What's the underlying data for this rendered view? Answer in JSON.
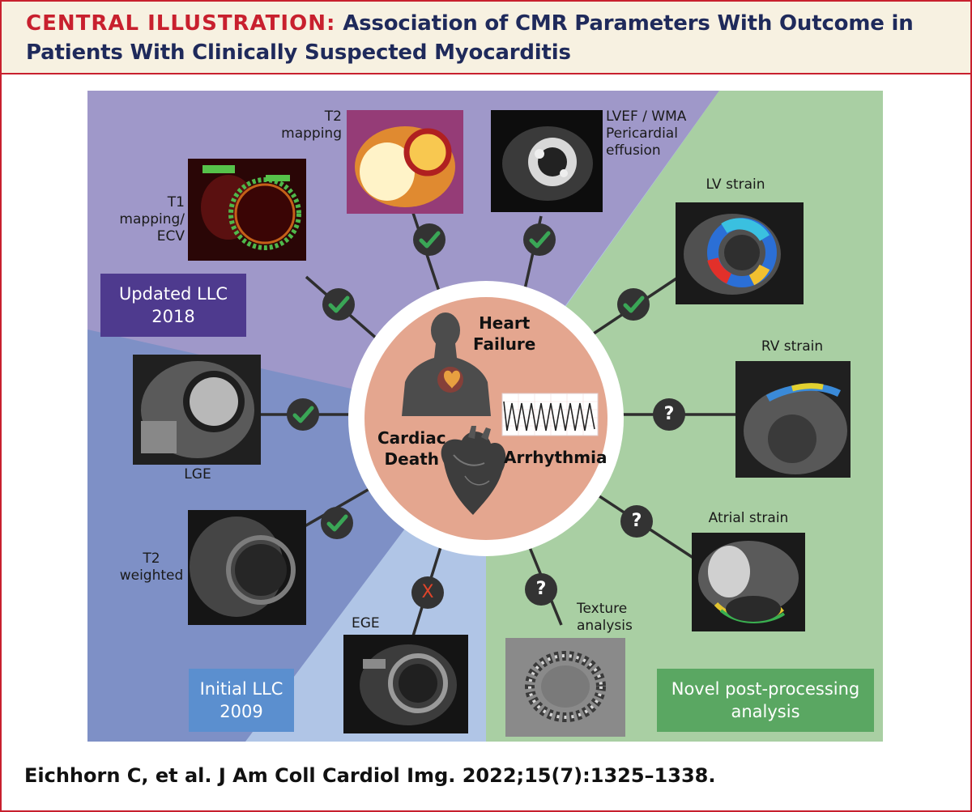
{
  "header": {
    "title_prefix": "CENTRAL ILLUSTRATION:",
    "title_line1": "Association of CMR Parameters With Outcome in",
    "title_line2": "Patients With Clinically Suspected Myocarditis"
  },
  "colors": {
    "updated_llc": "#9f98c9",
    "initial_llc_dark": "#7e90c6",
    "initial_llc_light": "#b0c5e6",
    "novel": "#a9cfa3",
    "center_fill": "#e4a68f",
    "box_updated": "#4e3a8e",
    "box_initial": "#5b8fcf",
    "box_novel": "#5aa762",
    "check": "#3aa656",
    "cross": "#e0442a"
  },
  "center": {
    "heart_failure": "Heart\nFailure",
    "cardiac_death": "Cardiac\nDeath",
    "arrhythmia": "Arrhythmia"
  },
  "groups": {
    "updated": "Updated LLC\n2018",
    "initial": "Initial LLC\n2009",
    "novel": "Novel post-processing\nanalysis"
  },
  "parameters": [
    {
      "id": "t1",
      "label": "T1 mapping/\nECV",
      "status": "check"
    },
    {
      "id": "t2map",
      "label": "T2\nmapping",
      "status": "check"
    },
    {
      "id": "lvef",
      "label": "LVEF / WMA\nPericardial\neffusion",
      "status": "check"
    },
    {
      "id": "lvstrain",
      "label": "LV strain",
      "status": "check"
    },
    {
      "id": "rvstrain",
      "label": "RV strain",
      "status": "?"
    },
    {
      "id": "atrial",
      "label": "Atrial strain",
      "status": "?"
    },
    {
      "id": "texture",
      "label": "Texture\nanalysis",
      "status": "?"
    },
    {
      "id": "ege",
      "label": "EGE",
      "status": "X"
    },
    {
      "id": "t2w",
      "label": "T2\nweighted",
      "status": "check"
    },
    {
      "id": "lge",
      "label": "LGE",
      "status": "check"
    }
  ],
  "icons": {
    "check": "check-mark-icon",
    "cross": "cross-icon",
    "question": "question-mark-icon",
    "person": "human-silhouette-icon",
    "ecg": "ecg-trace-icon",
    "heart": "anatomical-heart-icon"
  },
  "footer": {
    "citation": "Eichhorn C, et al. J Am Coll Cardiol Img. 2022;15(7):1325–1338."
  }
}
